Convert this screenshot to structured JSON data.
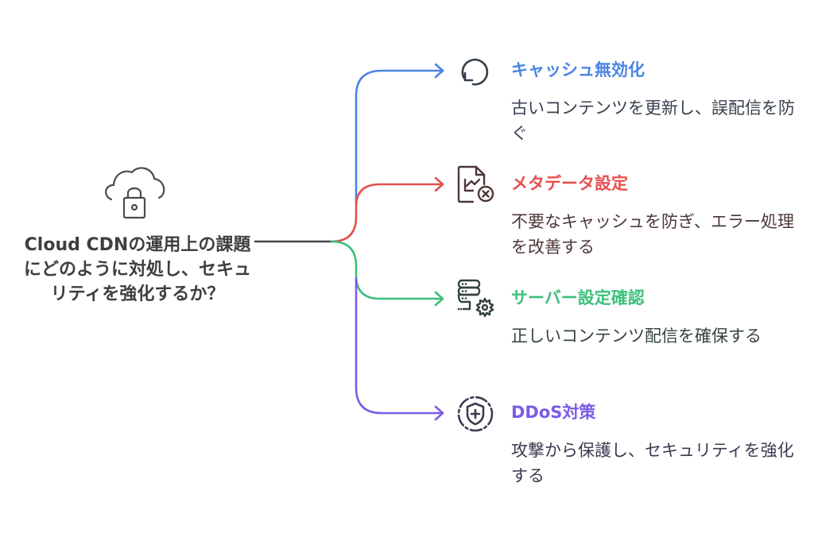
{
  "central": {
    "icon": "cloud-lock-icon",
    "title": "Cloud CDNの運用上の課題にどのように対処し、セキュリティを強化するか？",
    "line_color": "#454545"
  },
  "branches": [
    {
      "id": "cache-invalidation",
      "icon": "refresh-icon",
      "title": "キャッシュ無効化",
      "description": "古いコンテンツを更新し、誤配信を防ぐ",
      "color": "#4a85e3",
      "text_color": "#37404d"
    },
    {
      "id": "metadata-settings",
      "icon": "chart-file-error-icon",
      "title": "メタデータ設定",
      "description": "不要なキャッシュを防ぎ、エラー処理を改善する",
      "color": "#e5504d",
      "text_color": "#4e3737"
    },
    {
      "id": "server-settings-check",
      "icon": "server-gear-icon",
      "title": "サーバー設定確認",
      "description": "正しいコンテンツ配信を確保する",
      "color": "#3cc07b",
      "text_color": "#34433b"
    },
    {
      "id": "ddos-protection",
      "icon": "shield-plus-icon",
      "title": "DDoS対策",
      "description": "攻撃から保護し、セキュリティを強化する",
      "color": "#7a5ce6",
      "text_color": "#3d3a50"
    }
  ]
}
